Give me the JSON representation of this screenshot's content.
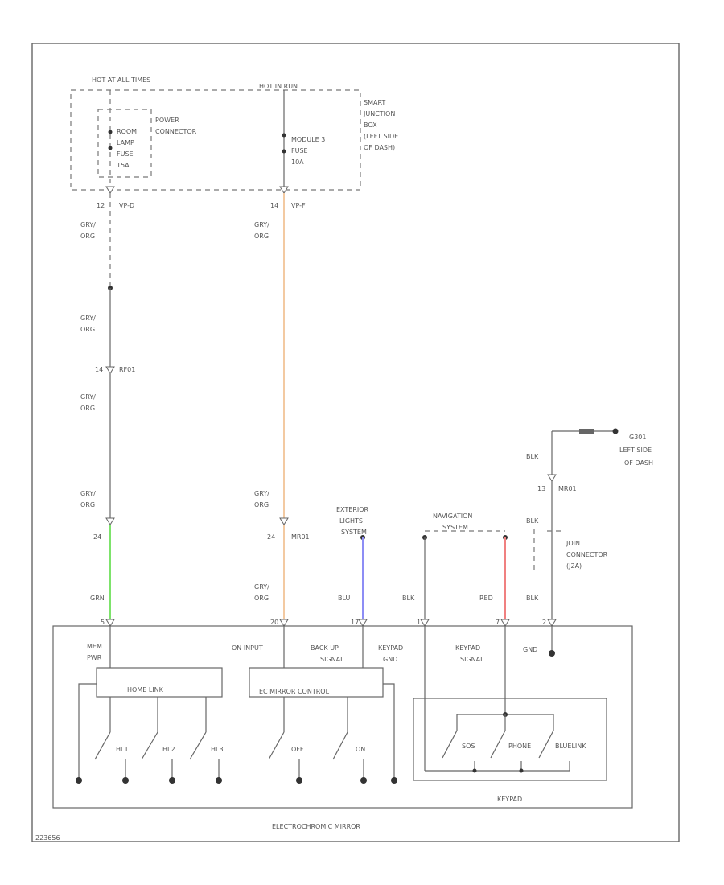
{
  "wire_colors": {
    "grn": "#7de36b",
    "org": "#f3caa2",
    "blu": "#8d8df5",
    "red": "#f08080",
    "default": "#666666"
  },
  "fuse_box": {
    "label_left": "HOT AT ALL TIMES",
    "label_right": "HOT IN RUN",
    "junction_label": [
      "SMART",
      "JUNCTION",
      "BOX",
      "(LEFT SIDE",
      "OF DASH)"
    ],
    "power_connector": [
      "POWER",
      "CONNECTOR"
    ],
    "fuse_left": [
      "ROOM",
      "LAMP",
      "FUSE",
      "15A"
    ],
    "fuse_right": [
      "MODULE 3",
      "FUSE",
      "10A"
    ],
    "pin_left": "12",
    "conn_left": "VP-D",
    "pin_right": "14",
    "conn_right": "VP-F"
  },
  "left_wire": {
    "labels": [
      "GRY/ORG",
      "GRY/ORG",
      "GRY/ORG",
      "GRY/ORG"
    ],
    "pin_mid": "14",
    "conn_mid": "RF01",
    "pin_bottom": "24",
    "bottom_color": "GRN"
  },
  "center_wire": {
    "labels": [
      "GRY/ORG",
      "GRY/ORG",
      "GRY/ORG"
    ],
    "pin_bottom": "24",
    "conn_bottom": "MR01"
  },
  "exterior": {
    "label": [
      "EXTERIOR",
      "LIGHTS",
      "SYSTEM"
    ],
    "color": "BLU"
  },
  "navigation": {
    "label": [
      "NAVIGATION",
      "SYSTEM"
    ],
    "colors": [
      "BLK",
      "RED"
    ]
  },
  "ground": {
    "label": [
      "G301",
      "LEFT SIDE",
      "OF DASH"
    ],
    "wire_labels": [
      "BLK",
      "BLK",
      "BLK"
    ],
    "pin": "13",
    "conn": "MR01",
    "joint": [
      "JOINT",
      "CONNECTOR",
      "(J2A)"
    ]
  },
  "mirror": {
    "title": "ELECTROCHROMIC MIRROR",
    "pins": [
      "5",
      "20",
      "17",
      "1",
      "7",
      "2"
    ],
    "pin_labels": [
      [
        "MEM",
        "PWR"
      ],
      [
        "ON INPUT"
      ],
      [
        "BACK UP",
        "SIGNAL"
      ],
      [
        "KEYPAD",
        "GND"
      ],
      [
        "KEYPAD",
        "SIGNAL"
      ],
      [
        "GND"
      ]
    ],
    "home_link": "HOME LINK",
    "ec_mirror": "EC MIRROR CONTROL",
    "home_buttons": [
      "HL1",
      "HL2",
      "HL3"
    ],
    "ec_buttons": [
      "OFF",
      "ON"
    ],
    "keypad_title": "KEYPAD",
    "keypad_buttons": [
      "SOS",
      "PHONE",
      "BLUELINK"
    ]
  },
  "footer_code": "223656"
}
